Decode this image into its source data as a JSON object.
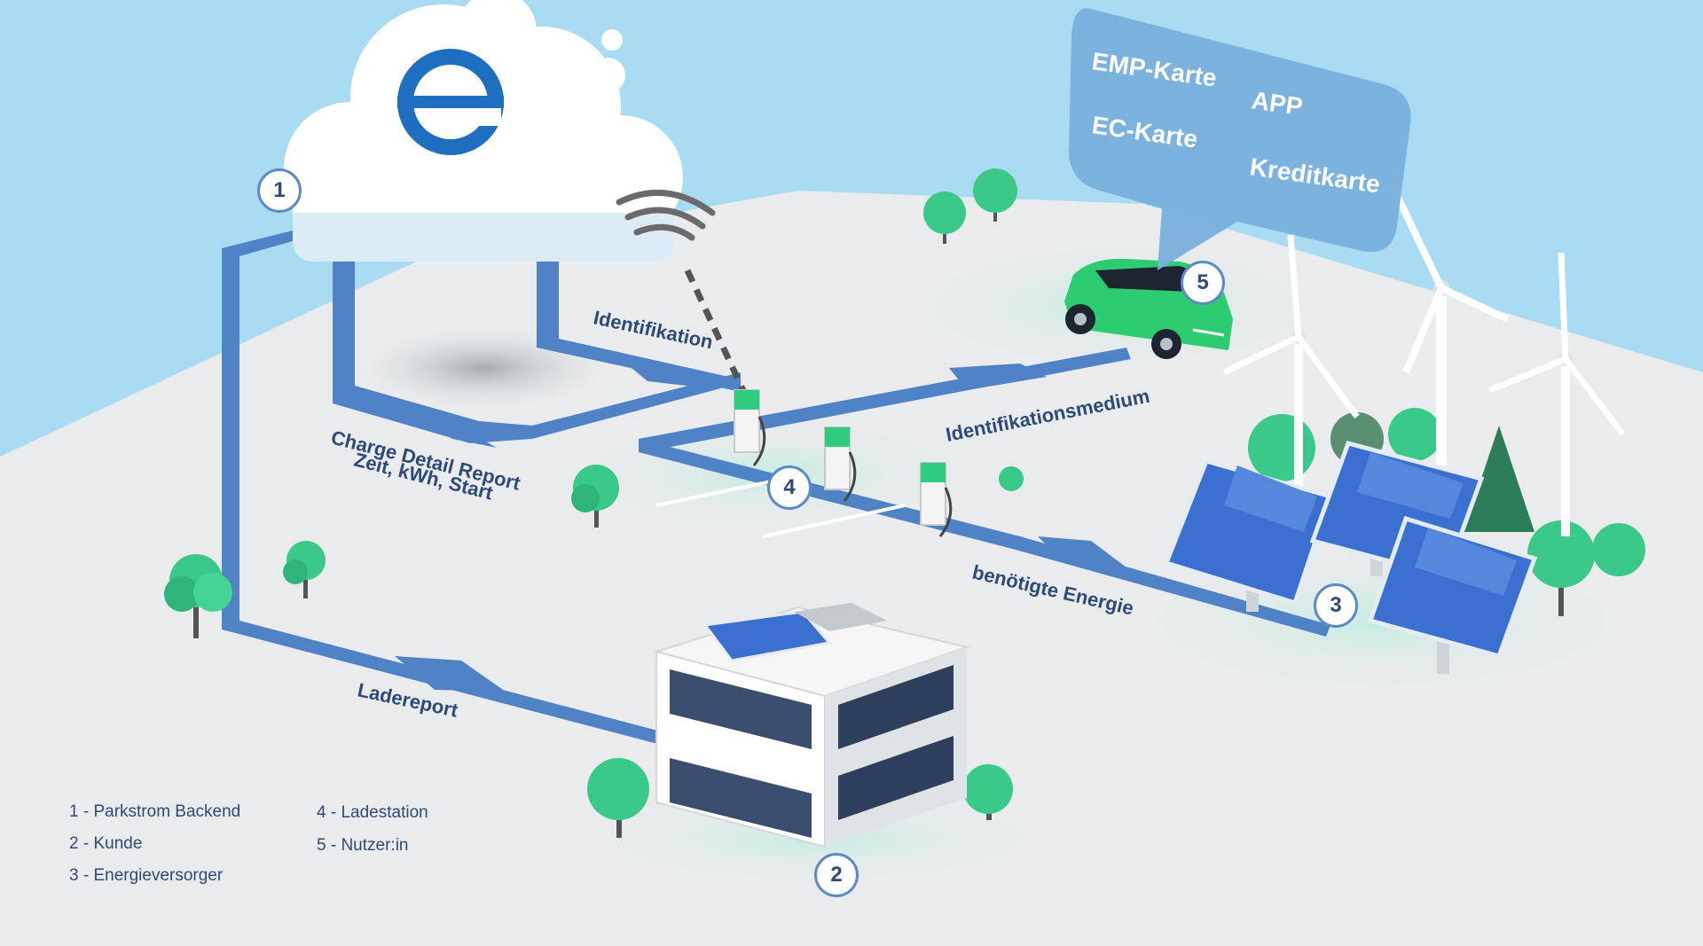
{
  "colors": {
    "sky": "#a9dcf3",
    "ground": "#e9ebec",
    "flow": "#4f83c5",
    "flow_dark": "#3a6aa8",
    "text": "#2d4a78",
    "logo": "#1e6fbf",
    "car": "#2ecc71",
    "bubble": "#79b0dc",
    "tree": "#3bc98a",
    "panel": "#3b6fd0"
  },
  "logo": {
    "letter": "e"
  },
  "badges": [
    "1",
    "2",
    "3",
    "4",
    "5"
  ],
  "speech_bubble": {
    "items": [
      "EMP-Karte",
      "APP",
      "EC-Karte",
      "Kreditkarte"
    ]
  },
  "flow_labels": {
    "identifikation": "Identifikation",
    "cdr_line1": "Charge Detail Report",
    "cdr_line2": "Zeit, kWh, Start",
    "identifikationsmedium": "Identifikationsmedium",
    "benoetigte_energie": "benötigte Energie",
    "ladereport": "Ladereport"
  },
  "legend": {
    "col1": [
      "1 - Parkstrom Backend",
      "2 - Kunde",
      "3 - Energieversorger"
    ],
    "col2": [
      "4 - Ladestation",
      "5 - Nutzer:in"
    ]
  }
}
